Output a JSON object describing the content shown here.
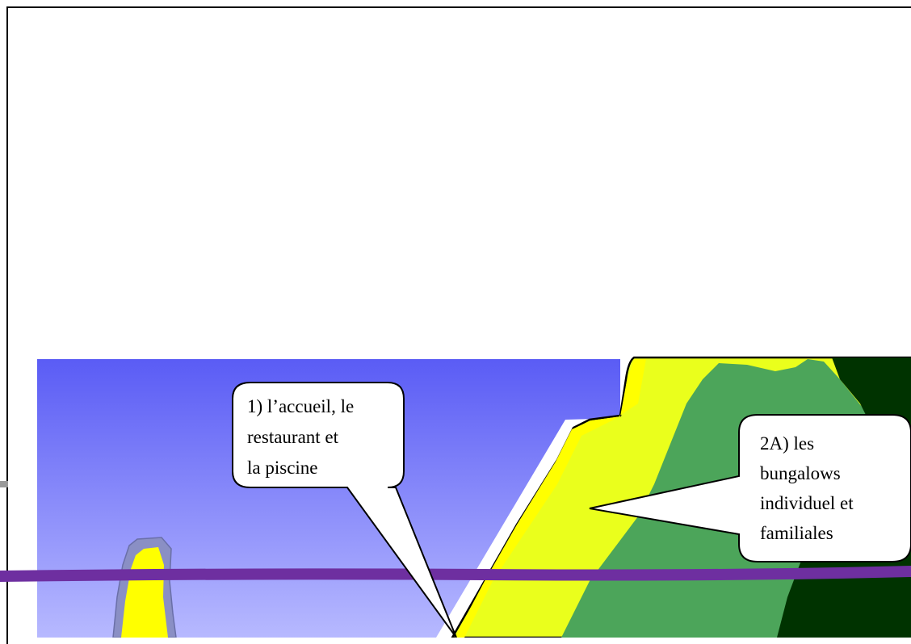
{
  "callouts": [
    {
      "id": "zone-1",
      "lines": [
        "1) l’accueil, le",
        "restaurant et",
        "la piscine"
      ]
    },
    {
      "id": "zone-2a",
      "lines": [
        "2A) les",
        "bungalows",
        "individuel et",
        "familiales"
      ]
    }
  ],
  "colors": {
    "sky_top": "#5a5cf5",
    "sky_bottom": "#b7b9ff",
    "yellow": "#eaff1c",
    "bright_yellow": "#ffff00",
    "green": "#4ca55a",
    "dark_green": "#003300",
    "purple_road": "#6e2fa0",
    "island_gray": "#8a8fc4"
  }
}
